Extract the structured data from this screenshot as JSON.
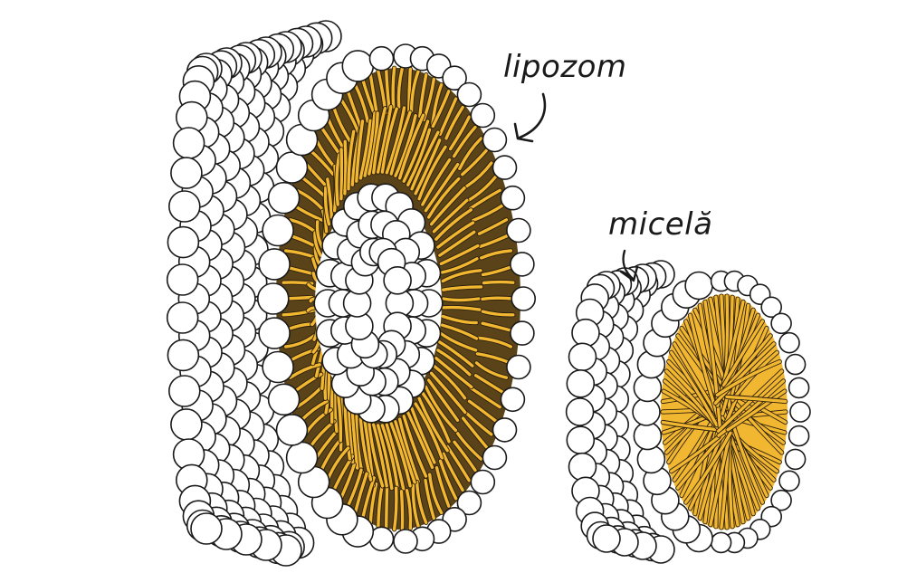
{
  "labels": {
    "liposome": "lipozom",
    "micelle": "micelă"
  },
  "colors": {
    "head_fill": "#ffffff",
    "head_stroke": "#1a1a1a",
    "tail": "#f2b731",
    "tail_outline": "#2a1e0c",
    "core_dark": "#5a4318"
  },
  "structures": [
    {
      "name": "liposome",
      "kind": "bilayer vesicle cross-section"
    },
    {
      "name": "micelle",
      "kind": "monolayer micelle cross-section"
    }
  ]
}
